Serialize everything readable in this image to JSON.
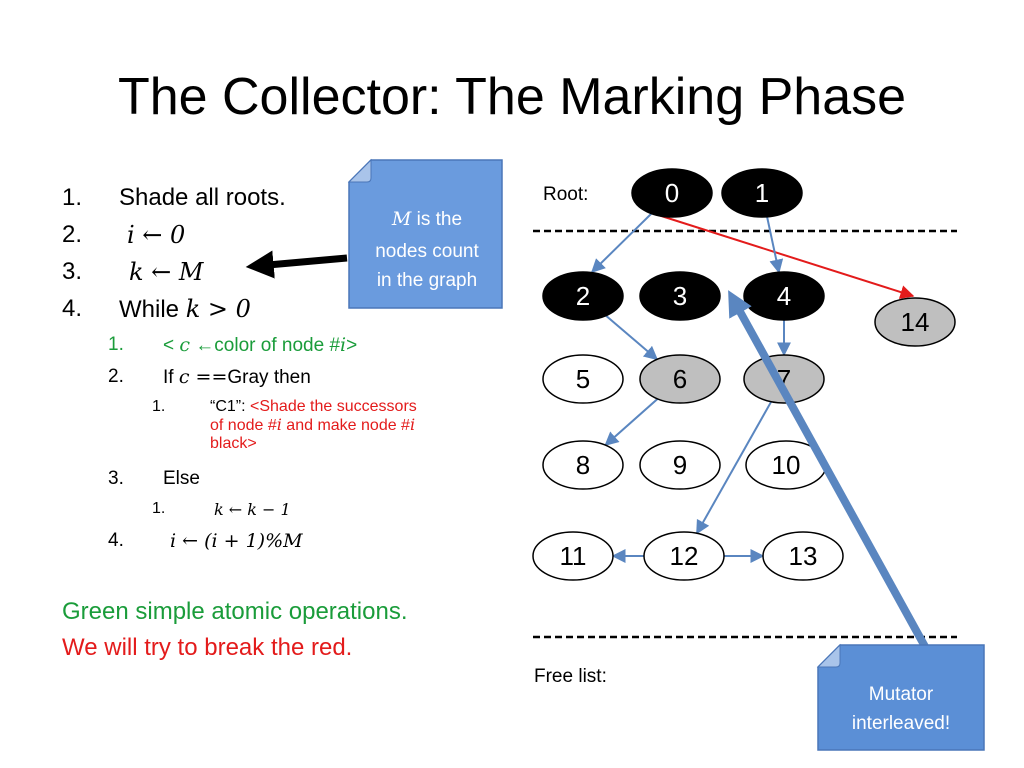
{
  "title": "The Collector: The Marking Phase",
  "algorithm": {
    "step1": {
      "num": "1.",
      "text": "Shade all roots."
    },
    "step2": {
      "num": "2.",
      "math": "i ← 0"
    },
    "step3": {
      "num": "3.",
      "math": "k ← M"
    },
    "step4": {
      "num": "4.",
      "text": "While ",
      "math": "k > 0"
    },
    "sub1": {
      "num": "1.",
      "pre": "< ",
      "math_c": "c",
      "mid": " ←color of node #",
      "math_i": "i",
      "post": ">"
    },
    "sub2": {
      "num": "2.",
      "pre": "If ",
      "math": "c ==",
      "post": "Gray then"
    },
    "sub2_1": {
      "num": "1.",
      "quote": "“C1”: ",
      "red1": "<Shade the successors",
      "red2a": "of node #",
      "math_i": "i",
      "red2b": " and make node #",
      "math_i2": "i",
      "red3": "black>"
    },
    "sub3": {
      "num": "3.",
      "text": "Else"
    },
    "sub3_1": {
      "num": "1.",
      "math": "k ← k − 1"
    },
    "sub4": {
      "num": "4.",
      "math": "i ← (i + 1)%M"
    }
  },
  "notes": {
    "green": "Green simple atomic operations.",
    "red": "We will try to break the red."
  },
  "callout_M": {
    "line1_math": "M",
    "line1_rest": " is the",
    "line2": "nodes count",
    "line3": "in the graph",
    "fill": "#6a9bde"
  },
  "callout_mutator": {
    "line1": "Mutator",
    "line2": "interleaved!",
    "fill": "#5b8fd6"
  },
  "labels": {
    "root": "Root:",
    "free_list": "Free list:"
  },
  "graph": {
    "colors": {
      "black": "#000000",
      "gray": "#bfbfbf",
      "white": "#ffffff",
      "edge": "#5a86c0",
      "red_edge": "#e31b1b",
      "mutator_arrow": "#5a86c0"
    },
    "nodes": [
      {
        "id": "0",
        "label": "0",
        "color": "black"
      },
      {
        "id": "1",
        "label": "1",
        "color": "black"
      },
      {
        "id": "2",
        "label": "2",
        "color": "black"
      },
      {
        "id": "3",
        "label": "3",
        "color": "black"
      },
      {
        "id": "4",
        "label": "4",
        "color": "black"
      },
      {
        "id": "14",
        "label": "14",
        "color": "gray"
      },
      {
        "id": "5",
        "label": "5",
        "color": "white"
      },
      {
        "id": "6",
        "label": "6",
        "color": "gray"
      },
      {
        "id": "7",
        "label": "7",
        "color": "gray"
      },
      {
        "id": "8",
        "label": "8",
        "color": "white"
      },
      {
        "id": "9",
        "label": "9",
        "color": "white"
      },
      {
        "id": "10",
        "label": "10",
        "color": "white"
      },
      {
        "id": "11",
        "label": "11",
        "color": "white"
      },
      {
        "id": "12",
        "label": "12",
        "color": "white"
      },
      {
        "id": "13",
        "label": "13",
        "color": "white"
      }
    ],
    "edges": [
      {
        "from": "0",
        "to": "2",
        "color": "edge"
      },
      {
        "from": "0",
        "to": "14",
        "color": "red_edge"
      },
      {
        "from": "1",
        "to": "4",
        "color": "edge"
      },
      {
        "from": "2",
        "to": "6",
        "color": "edge"
      },
      {
        "from": "4",
        "to": "7",
        "color": "edge"
      },
      {
        "from": "6",
        "to": "8",
        "color": "edge"
      },
      {
        "from": "7",
        "to": "12",
        "color": "edge"
      },
      {
        "from": "12",
        "to": "11",
        "color": "edge"
      },
      {
        "from": "12",
        "to": "13",
        "color": "edge"
      }
    ]
  }
}
